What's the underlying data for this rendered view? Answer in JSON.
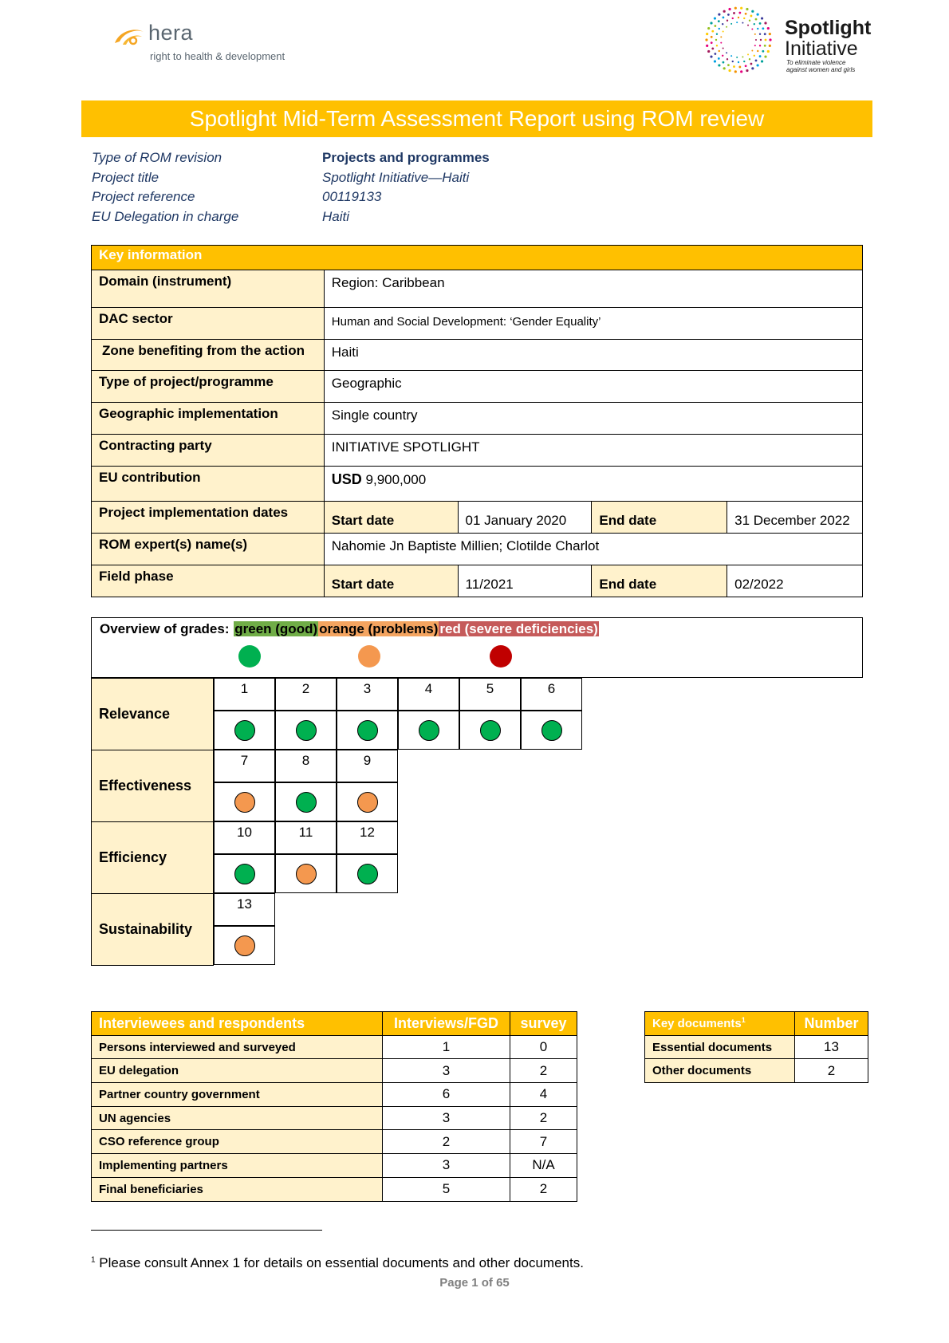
{
  "logos": {
    "hera_name": "hera",
    "hera_tagline": "right to health & development",
    "spotlight_line1": "Spotlight",
    "spotlight_line2": "Initiative",
    "spotlight_tagline1": "To eliminate violence",
    "spotlight_tagline2": "against women and girls"
  },
  "title": "Spotlight Mid-Term Assessment Report using ROM review",
  "meta": [
    {
      "key": "Type of ROM revision",
      "value": "Projects and programmes"
    },
    {
      "key": "Project title",
      "value": "Spotlight Initiative—Haiti"
    },
    {
      "key": "Project reference",
      "value": "00119133"
    },
    {
      "key": "EU Delegation in charge",
      "value": "Haiti"
    }
  ],
  "key_info": {
    "header": "Key information",
    "domain_label": "Domain (instrument)",
    "domain_value": "Region: Caribbean",
    "dac_label": "DAC sector",
    "dac_value": "Human and Social Development: ‘Gender Equality’",
    "zone_label": "Zone benefiting from the action",
    "zone_value": "Haiti",
    "type_label": "Type of project/programme",
    "type_value": "Geographic",
    "geo_label": "Geographic implementation",
    "geo_value": "Single country",
    "contract_label": "Contracting party",
    "contract_value": "INITIATIVE SPOTLIGHT",
    "eu_label": "EU contribution",
    "eu_currency": "USD",
    "eu_value": "9,900,000",
    "dates_label": "Project implementation dates",
    "start_label": "Start date",
    "start_value": "01 January 2020",
    "end_label": "End date",
    "end_value": "31 December 2022",
    "experts_label": "ROM expert(s) name(s)",
    "experts_value": "Nahomie Jn Baptiste Millien; Clotilde Charlot",
    "field_label": "Field phase",
    "field_start_label": "Start date",
    "field_start_value": "11/2021",
    "field_end_label": "End date",
    "field_end_value": "02/2022"
  },
  "grades": {
    "title": "Overview of grades:",
    "green_label": "green (good)",
    "orange_label": "orange (problems)",
    "red_label": "red (severe deficiencies)",
    "colors": {
      "green": "#00b050",
      "orange": "#f4984f",
      "red": "#c00000"
    },
    "categories": [
      {
        "name": "Relevance",
        "items": [
          {
            "num": "1",
            "grade": "green"
          },
          {
            "num": "2",
            "grade": "green"
          },
          {
            "num": "3",
            "grade": "green"
          },
          {
            "num": "4",
            "grade": "green"
          },
          {
            "num": "5",
            "grade": "green"
          },
          {
            "num": "6",
            "grade": "green"
          }
        ]
      },
      {
        "name": "Effectiveness",
        "items": [
          {
            "num": "7",
            "grade": "orange"
          },
          {
            "num": "8",
            "grade": "green"
          },
          {
            "num": "9",
            "grade": "orange"
          }
        ]
      },
      {
        "name": "Efficiency",
        "items": [
          {
            "num": "10",
            "grade": "green"
          },
          {
            "num": "11",
            "grade": "orange"
          },
          {
            "num": "12",
            "grade": "green"
          }
        ]
      },
      {
        "name": "Sustainability",
        "items": [
          {
            "num": "13",
            "grade": "orange"
          }
        ]
      }
    ]
  },
  "interviewees": {
    "header": "Interviewees and respondents",
    "col1": "Interviews/FGD",
    "col2": "survey",
    "rows": [
      {
        "label": "Persons interviewed and surveyed",
        "interviews": "1",
        "survey": "0"
      },
      {
        "label": "EU delegation",
        "interviews": "3",
        "survey": "2"
      },
      {
        "label": "Partner country government",
        "interviews": "6",
        "survey": "4"
      },
      {
        "label": "UN agencies",
        "interviews": "3",
        "survey": "2"
      },
      {
        "label": "CSO reference group",
        "interviews": "2",
        "survey": "7"
      },
      {
        "label": "Implementing partners",
        "interviews": "3",
        "survey": "N/A"
      },
      {
        "label": "Final beneficiaries",
        "interviews": "5",
        "survey": "2"
      }
    ]
  },
  "documents": {
    "header": "Key documents",
    "header_sup": "1",
    "col": "Number",
    "rows": [
      {
        "label": "Essential documents",
        "number": "13"
      },
      {
        "label": "Other documents",
        "number": "2"
      }
    ]
  },
  "footnote": {
    "mark": "1",
    "text": "Please consult Annex 1 for details on essential documents and other documents."
  },
  "page_label": "Page 1 of 65"
}
